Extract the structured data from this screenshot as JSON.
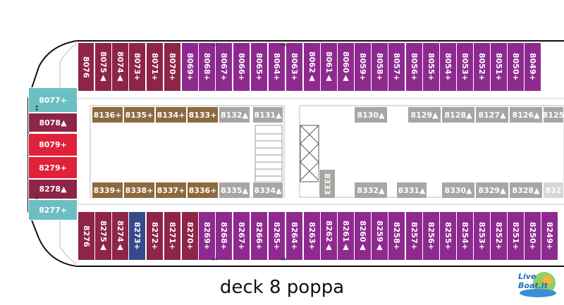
{
  "colors": {
    "purple": "#8e2a8f",
    "maroon": "#8e2546",
    "teal": "#6bbfc3",
    "red": "#e0213a",
    "navy": "#354a8a",
    "tan": "#8b6a3e",
    "grey": "#a8a6a3",
    "hull": "#111111"
  },
  "top_row": [
    {
      "label": "8076",
      "color": "maroon"
    },
    {
      "label": "8075▲",
      "color": "maroon"
    },
    {
      "label": "8074▲",
      "color": "maroon"
    },
    {
      "label": "8073+",
      "color": "maroon"
    },
    {
      "label": "8071+",
      "color": "maroon"
    },
    {
      "label": "8070+",
      "color": "maroon"
    },
    {
      "label": "8069+",
      "color": "purple"
    },
    {
      "label": "8068+",
      "color": "purple"
    },
    {
      "label": "8067+",
      "color": "purple"
    },
    {
      "label": "8066+",
      "color": "purple"
    },
    {
      "label": "8065+",
      "color": "purple"
    },
    {
      "label": "8064+",
      "color": "purple"
    },
    {
      "label": "8063+",
      "color": "purple"
    },
    {
      "label": "8062▲",
      "color": "purple"
    },
    {
      "label": "8061▲",
      "color": "purple"
    },
    {
      "label": "8060▲",
      "color": "purple"
    },
    {
      "label": "8059+",
      "color": "purple"
    },
    {
      "label": "8058+",
      "color": "purple"
    },
    {
      "label": "8057+",
      "color": "purple"
    },
    {
      "label": "8056+",
      "color": "purple"
    },
    {
      "label": "8055+",
      "color": "purple"
    },
    {
      "label": "8054+",
      "color": "purple"
    },
    {
      "label": "8053+",
      "color": "purple"
    },
    {
      "label": "8052+",
      "color": "purple"
    },
    {
      "label": "8051+",
      "color": "purple"
    },
    {
      "label": "8050+",
      "color": "purple"
    },
    {
      "label": "8049+",
      "color": "purple"
    }
  ],
  "bottom_row": [
    {
      "label": "8276",
      "color": "maroon"
    },
    {
      "label": "8275▲",
      "color": "maroon"
    },
    {
      "label": "8274▲",
      "color": "maroon"
    },
    {
      "label": "8273+",
      "color": "navy"
    },
    {
      "label": "8272+",
      "color": "maroon"
    },
    {
      "label": "8271+",
      "color": "maroon"
    },
    {
      "label": "8270+",
      "color": "maroon"
    },
    {
      "label": "8269+",
      "color": "purple"
    },
    {
      "label": "8268+",
      "color": "purple"
    },
    {
      "label": "8267+",
      "color": "purple"
    },
    {
      "label": "8266+",
      "color": "purple"
    },
    {
      "label": "8265+",
      "color": "purple"
    },
    {
      "label": "8264+",
      "color": "purple"
    },
    {
      "label": "8263+",
      "color": "purple"
    },
    {
      "label": "8262▲",
      "color": "purple"
    },
    {
      "label": "8261▲",
      "color": "purple"
    },
    {
      "label": "8260▲",
      "color": "purple"
    },
    {
      "label": "8259▲",
      "color": "purple"
    },
    {
      "label": "8258+",
      "color": "purple"
    },
    {
      "label": "8257+",
      "color": "purple"
    },
    {
      "label": "8256+",
      "color": "purple"
    },
    {
      "label": "8255+",
      "color": "purple"
    },
    {
      "label": "8254+",
      "color": "purple"
    },
    {
      "label": "8253+",
      "color": "purple"
    },
    {
      "label": "8252+",
      "color": "purple"
    },
    {
      "label": "8251+",
      "color": "purple"
    },
    {
      "label": "8250+",
      "color": "purple"
    },
    {
      "label": "8249+",
      "color": "purple"
    }
  ],
  "stern_column": [
    {
      "label": "8077+",
      "color": "teal"
    },
    {
      "label": "8078▲",
      "color": "maroon"
    },
    {
      "label": "8079+",
      "color": "red"
    },
    {
      "label": "8279+",
      "color": "red"
    },
    {
      "label": "8278▲",
      "color": "maroon"
    },
    {
      "label": "8277+",
      "color": "teal"
    }
  ],
  "inner_upper_left": [
    {
      "label": "8136+",
      "color": "tan"
    },
    {
      "label": "8135+",
      "color": "tan"
    },
    {
      "label": "8134+",
      "color": "tan"
    },
    {
      "label": "8133+",
      "color": "tan"
    },
    {
      "label": "8132▲",
      "color": "grey"
    },
    {
      "label": "8131▲",
      "color": "grey"
    }
  ],
  "inner_lower_left": [
    {
      "label": "8339+",
      "color": "tan"
    },
    {
      "label": "8338+",
      "color": "tan"
    },
    {
      "label": "8337+",
      "color": "tan"
    },
    {
      "label": "8336+",
      "color": "tan"
    },
    {
      "label": "8335▲",
      "color": "grey"
    },
    {
      "label": "8334▲",
      "color": "grey"
    }
  ],
  "inner_upper_right": [
    {
      "label": "8130▲",
      "color": "grey"
    },
    {
      "label": "8129▲",
      "color": "grey"
    },
    {
      "label": "8128▲",
      "color": "grey"
    },
    {
      "label": "8127▲",
      "color": "grey"
    },
    {
      "label": "8126▲",
      "color": "grey"
    },
    {
      "label": "8125",
      "color": "grey"
    }
  ],
  "inner_lower_right": [
    {
      "label": "8333",
      "color": "grey"
    },
    {
      "label": "8332▲",
      "color": "grey"
    },
    {
      "label": "8331▲",
      "color": "grey"
    },
    {
      "label": "8330▲",
      "color": "grey"
    },
    {
      "label": "8329▲",
      "color": "grey"
    },
    {
      "label": "8328▲",
      "color": "grey"
    },
    {
      "label": "832"
    }
  ],
  "title": "deck 8 poppa",
  "logo": {
    "text": "Live Boat.it"
  },
  "icons": [
    "connecting-door-icon",
    "elevator-icon",
    "stairs-icon"
  ]
}
